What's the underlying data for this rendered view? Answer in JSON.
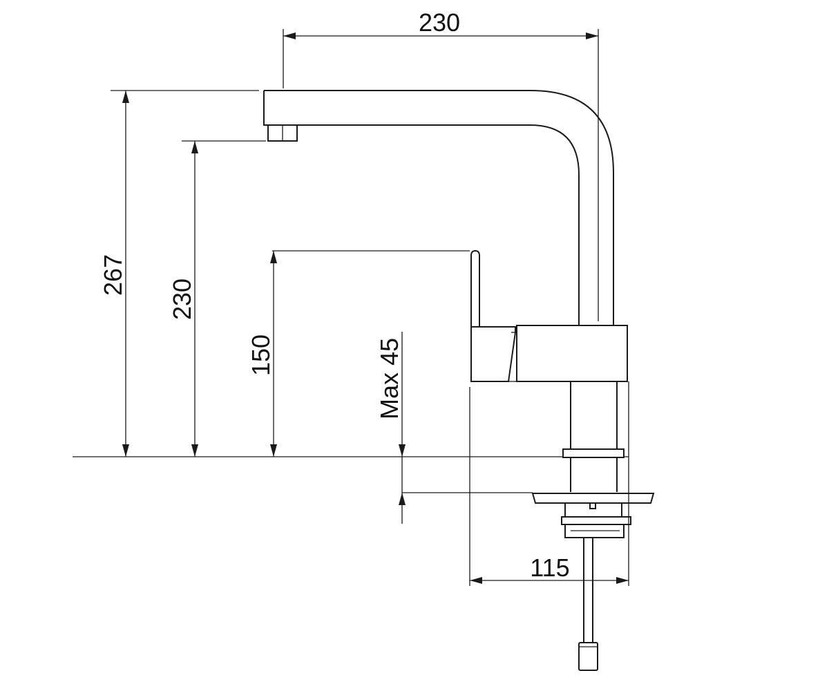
{
  "dimensions": {
    "top_width": "230",
    "total_height": "267",
    "spout_height": "230",
    "lever_height": "150",
    "mounting_thickness": "Max 45",
    "body_width": "115"
  },
  "colors": {
    "line": "#1a1a1a",
    "background": "#ffffff"
  }
}
